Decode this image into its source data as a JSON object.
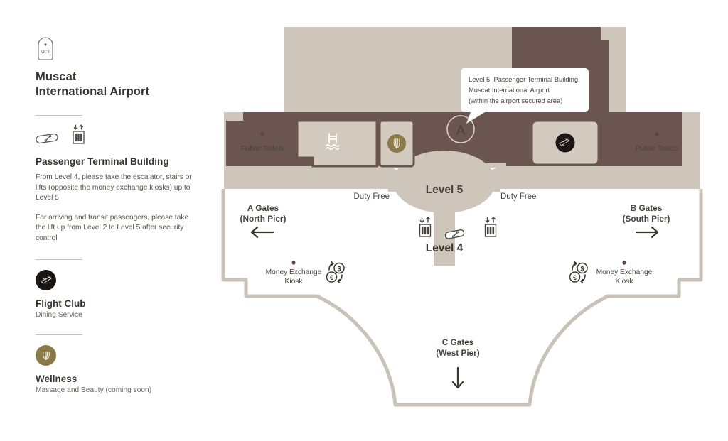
{
  "sidebar": {
    "logo": {
      "icon": "airport-tag-icon",
      "text": "MCT"
    },
    "brand_line1": "Muscat",
    "brand_line2": "International Airport",
    "terminal": {
      "icons": [
        "escalator-icon",
        "lift-icon"
      ],
      "title": "Passenger Terminal Building",
      "para1": "From Level 4, please take the escalator, stairs or lifts (opposite the money exchange kiosks) up to Level 5",
      "para2": "For arriving and transit passengers, please take the lift up from Level 2  to Level 5 after security control"
    },
    "flight_club": {
      "icon": "flight-club-icon",
      "title": "Flight Club",
      "subtitle": "Dining Service",
      "badge_color": "#1b1615"
    },
    "wellness": {
      "icon": "wellness-icon",
      "title": "Wellness",
      "subtitle": "Massage and Beauty (coming soon)",
      "badge_color": "#8a7a4a"
    }
  },
  "map": {
    "callout": {
      "line1": "Level 5, Passenger Terminal Building,",
      "line2": "Muscat International Airport",
      "line3": "(within the airport secured area)"
    },
    "marker_a": "A",
    "levels": {
      "level5": "Level  5",
      "level4": "Level  4"
    },
    "duty_free_left": "Duty Free",
    "duty_free_right": "Duty Free",
    "public_toilets_left": "Public Toilets",
    "public_toilets_right": "Public Toilets",
    "gates": {
      "a_line1": "A Gates",
      "a_line2": "(North Pier)",
      "a_arrow": "arrow-left-icon",
      "b_line1": "B Gates",
      "b_line2": "(South Pier)",
      "b_arrow": "arrow-right-icon",
      "c_line1": "C Gates",
      "c_line2": "(West Pier)",
      "c_arrow": "arrow-down-icon"
    },
    "money_exchange_left_line1": "Money Exchange",
    "money_exchange_left_line2": "Kiosk",
    "money_exchange_right_line1": "Money Exchange",
    "money_exchange_right_line2": "Kiosk",
    "icons": {
      "pool": "swimming-pool-icon",
      "wellness": "wellness-icon",
      "flight_club": "flight-club-icon",
      "lift_left": "lift-icon",
      "lift_right": "lift-icon",
      "escalator": "escalator-icon",
      "money_left": "currency-exchange-icon",
      "money_right": "currency-exchange-icon"
    },
    "colors": {
      "light_beige": "#cec6ba",
      "dark_brown": "#6b5550",
      "gold": "#8a7a4a",
      "outline": "#c9c2b8",
      "text": "#4a4341",
      "accent_dot": "#5b4050"
    }
  }
}
